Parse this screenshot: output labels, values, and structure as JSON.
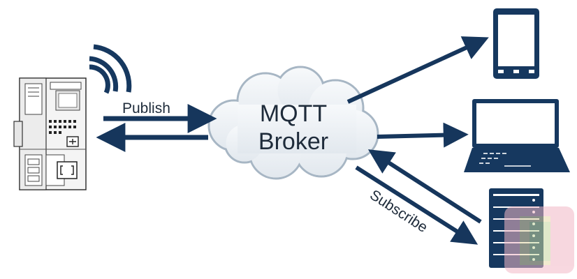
{
  "diagram": {
    "broker_line1": "MQTT",
    "broker_line2": "Broker",
    "publish_label": "Publish",
    "subscribe_label": "Subscribe"
  },
  "colors": {
    "arrow": "#16365c",
    "icon": "#16385f",
    "cloud_fill": "#eef2f6",
    "cloud_stroke": "#a7b6c4",
    "text": "#1e2b3a"
  },
  "icons": [
    "wifi-signal-icon",
    "plc-controller-icon",
    "smartphone-icon",
    "laptop-icon",
    "server-rack-icon",
    "watermark-logo-icon"
  ]
}
